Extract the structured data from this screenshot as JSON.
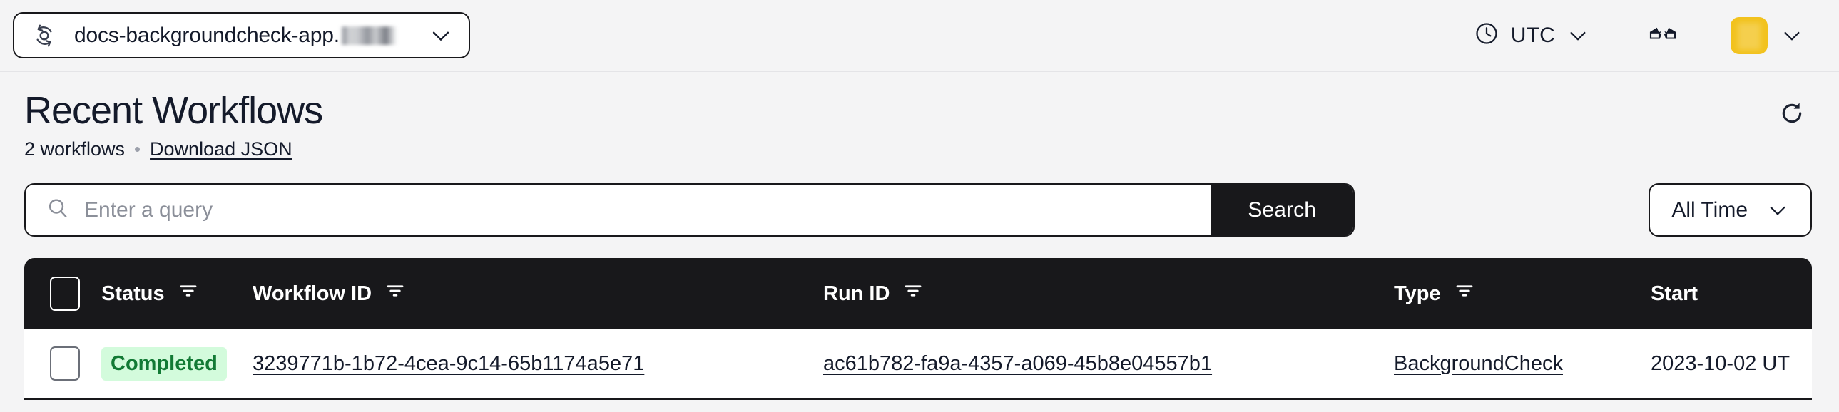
{
  "topnav": {
    "namespace_icon": "namespace-sync-icon",
    "namespace_label": "docs-backgroundcheck-app.",
    "namespace_chevron": "chevron-down-icon",
    "timezone_icon": "clock-icon",
    "timezone_label": "UTC",
    "timezone_chevron": "chevron-down-icon",
    "feedback_icon": "3d-glasses-icon",
    "avatar_icon": "user-avatar",
    "avatar_chevron": "chevron-down-icon",
    "avatar_color": "#f2c21c"
  },
  "page": {
    "title": "Recent Workflows",
    "count_label": "2 workflows",
    "download_label": "Download JSON",
    "refresh_icon": "refresh-icon"
  },
  "search": {
    "icon": "search-icon",
    "placeholder": "Enter a query",
    "value": "",
    "button_label": "Search",
    "time_filter_label": "All Time",
    "time_filter_chevron": "chevron-down-icon"
  },
  "table": {
    "select_all_checkbox": "select-all-checkbox",
    "columns": [
      {
        "key": "status",
        "label": "Status",
        "filter": true
      },
      {
        "key": "workflow_id",
        "label": "Workflow ID",
        "filter": true
      },
      {
        "key": "run_id",
        "label": "Run ID",
        "filter": true
      },
      {
        "key": "type",
        "label": "Type",
        "filter": true
      },
      {
        "key": "start",
        "label": "Start",
        "filter": false
      }
    ],
    "rows": [
      {
        "checked": false,
        "status": "Completed",
        "status_color": "#127a35",
        "status_bg": "#d3fbdc",
        "workflow_id": "3239771b-1b72-4cea-9c14-65b1174a5e71",
        "run_id": "ac61b782-fa9a-4357-a069-45b8e04557b1",
        "type": "BackgroundCheck",
        "start": "2023-10-02 UT"
      }
    ]
  }
}
